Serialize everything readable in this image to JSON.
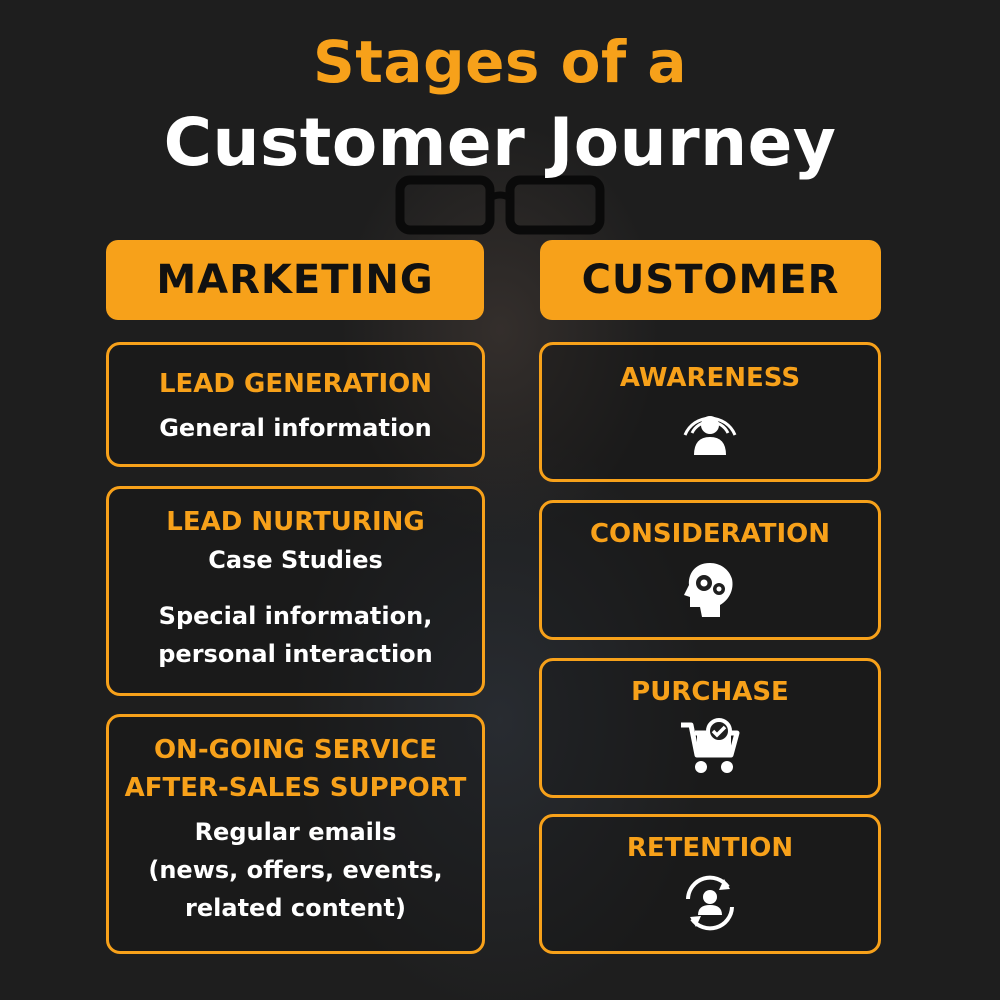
{
  "title": {
    "line1": "Stages of a",
    "line2": "Customer Journey"
  },
  "marketing": {
    "header": "MARKETING",
    "cards": [
      {
        "title": "LEAD GENERATION",
        "lines": [
          "General information"
        ]
      },
      {
        "title": "LEAD NURTURING",
        "lines": [
          "Case Studies",
          "Special information,",
          "personal interaction"
        ]
      },
      {
        "title_lines": [
          "ON-GOING SERVICE",
          "AFTER-SALES SUPPORT"
        ],
        "lines": [
          "Regular emails",
          "(news, offers, events,",
          "related content)"
        ]
      }
    ]
  },
  "customer": {
    "header": "CUSTOMER",
    "stages": [
      {
        "title": "AWARENESS",
        "icon": "awareness-icon"
      },
      {
        "title": "CONSIDERATION",
        "icon": "head-gears-icon"
      },
      {
        "title": "PURCHASE",
        "icon": "shopping-cart-check-icon"
      },
      {
        "title": "RETENTION",
        "icon": "person-cycle-icon"
      }
    ]
  },
  "colors": {
    "accent": "#f7a11a",
    "background": "#1f1f1f",
    "text": "#ffffff"
  }
}
